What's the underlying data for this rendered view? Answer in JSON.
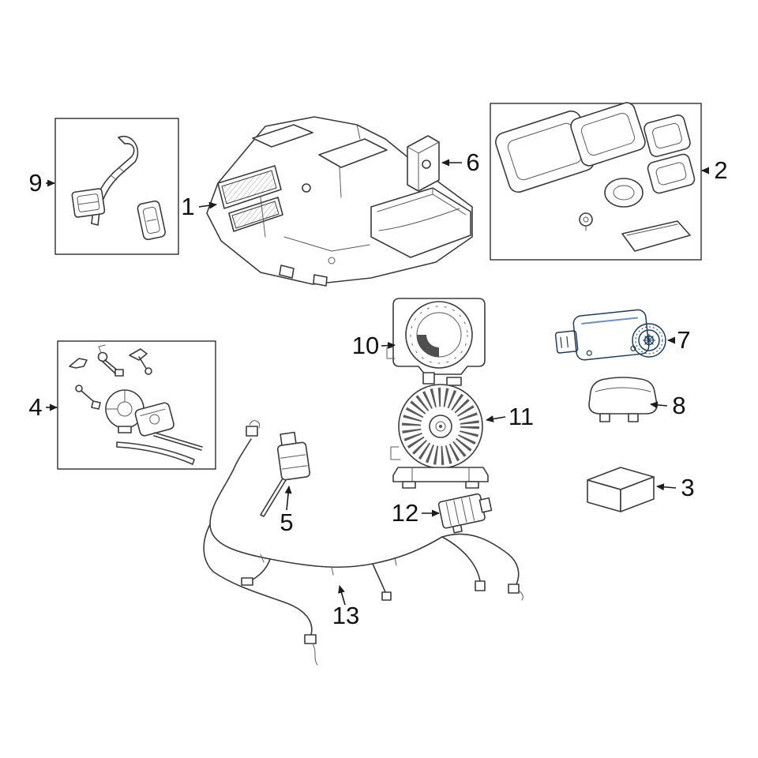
{
  "page": {
    "background": "#ffffff",
    "kind": "exploded-parts-diagram",
    "subject": "hvac-heater-assembly"
  },
  "colors": {
    "line": "#3b3b3b",
    "box_border": "#2f2f2f",
    "label": "#111111",
    "highlight_fill": "#4a6fa0",
    "highlight_fill_light": "#6d8fb8",
    "highlight_stroke": "#203c5a",
    "shade": "#4f4f4f"
  },
  "callouts": [
    {
      "number": "1",
      "part": "hvac-housing-assembly"
    },
    {
      "number": "2",
      "part": "seal-gasket-kit"
    },
    {
      "number": "3",
      "part": "small-box-part"
    },
    {
      "number": "4",
      "part": "lever-linkage-kit"
    },
    {
      "number": "5",
      "part": "temperature-sensor"
    },
    {
      "number": "6",
      "part": "mounting-plate"
    },
    {
      "number": "7",
      "part": "actuator-motor-highlighted"
    },
    {
      "number": "8",
      "part": "cover-cap"
    },
    {
      "number": "9",
      "part": "bracket-set"
    },
    {
      "number": "10",
      "part": "blower-housing-top"
    },
    {
      "number": "11",
      "part": "blower-motor-fan"
    },
    {
      "number": "12",
      "part": "blower-resistor"
    },
    {
      "number": "13",
      "part": "wiring-harness"
    }
  ]
}
